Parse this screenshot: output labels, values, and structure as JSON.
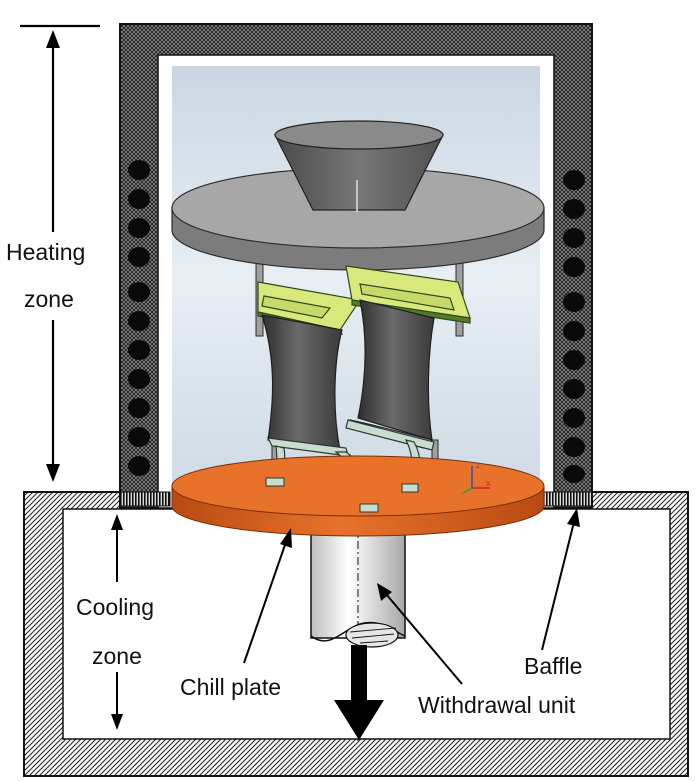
{
  "labels": {
    "heating_line1": "Heating",
    "heating_line2": "zone",
    "cooling_line1": "Cooling",
    "cooling_line2": "zone",
    "chill_plate": "Chill plate",
    "baffle": "Baffle",
    "withdrawal_unit": "Withdrawal unit"
  },
  "axis_triad": {
    "z": "Z",
    "x": "X"
  },
  "colors": {
    "furnace_wall": "#555555",
    "heater_elements": "#0a0a0a",
    "chamber_backdrop": "#dde6ee",
    "chill_plate": "#e8722a",
    "turntable_disk": "#9a9a9a",
    "blade": "#4a4a4a",
    "platform": "#d8e87a",
    "arrows": "#000000"
  },
  "icons": {
    "withdrawal_direction": "down-arrow",
    "zone_extent": "double-headed-arrow"
  }
}
